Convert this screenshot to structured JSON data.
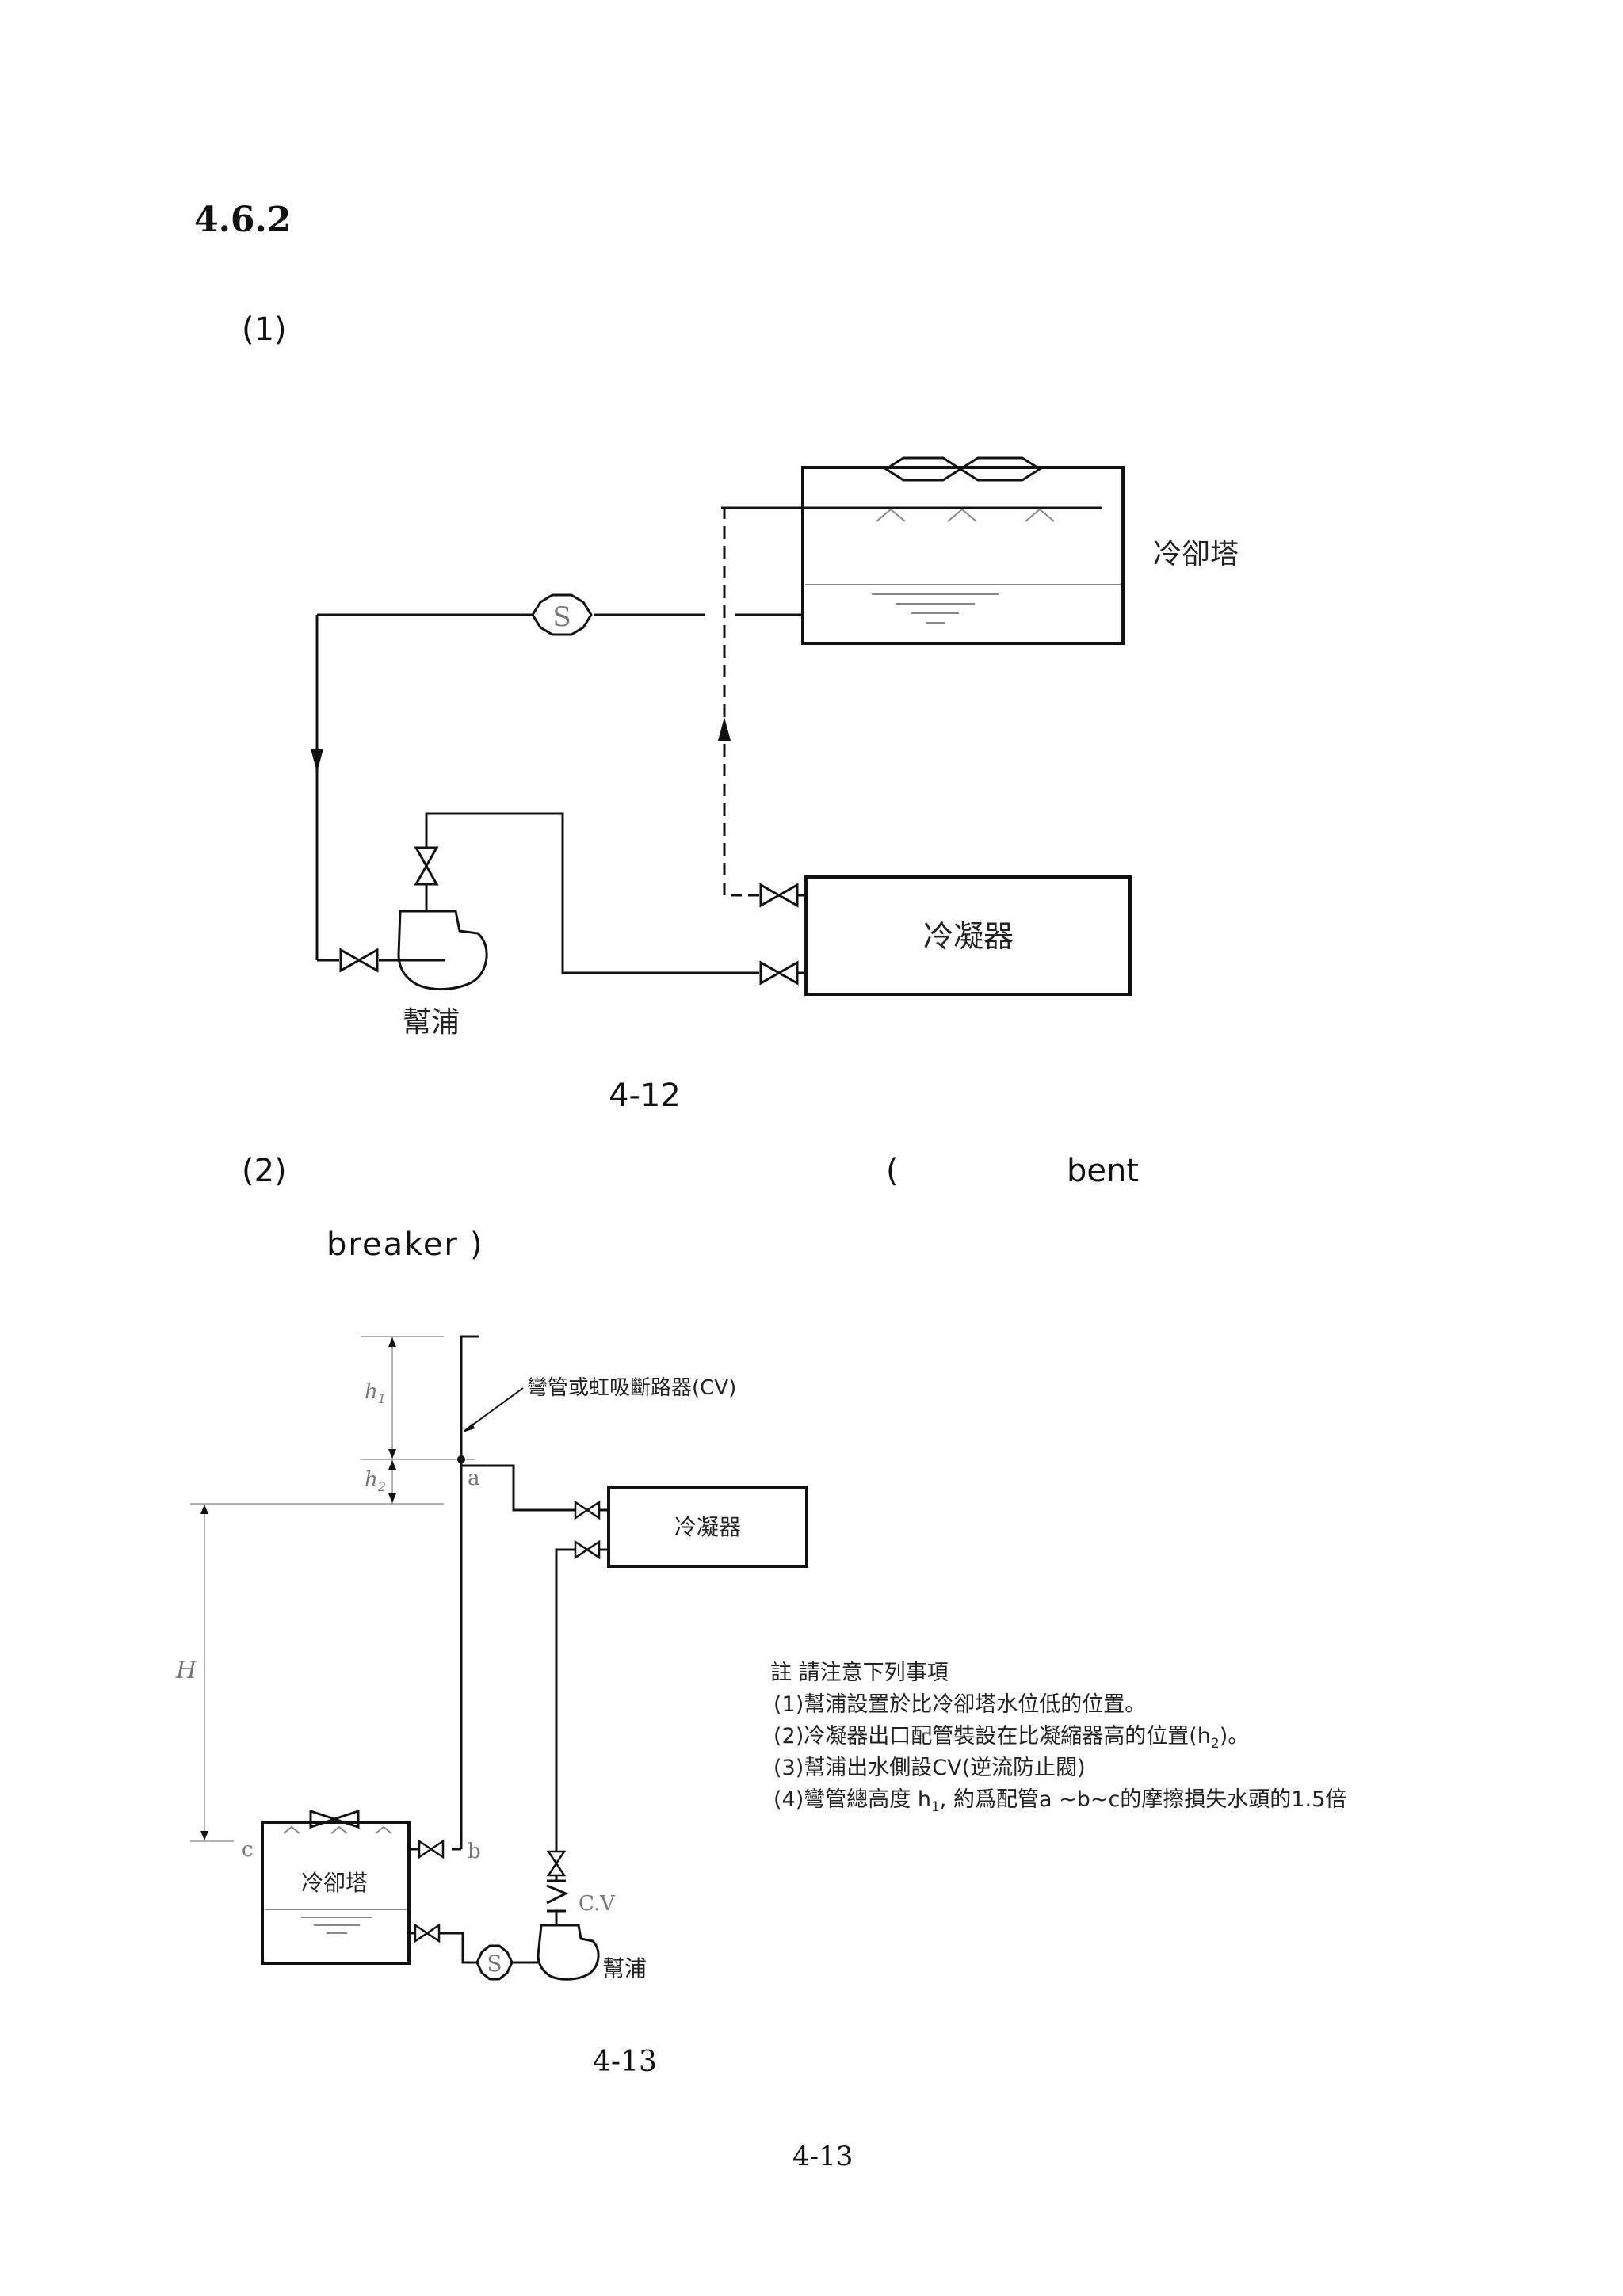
{
  "document": {
    "section_number": "4.6.2",
    "items": [
      {
        "marker": "(1)"
      },
      {
        "marker": "(2)",
        "paren_open": "(",
        "term_part1": "bent",
        "term_part2": "breaker",
        "paren_close": ")"
      }
    ],
    "footer_page": "4-13"
  },
  "figure_1": {
    "caption": "4-12",
    "labels": {
      "cooling_tower": "冷卻塔",
      "condenser": "冷凝器",
      "pump": "幫浦",
      "strainer": "S"
    }
  },
  "figure_2": {
    "caption": "4-13",
    "labels": {
      "h1": "h",
      "h1_sub": "1",
      "h2": "h",
      "h2_sub": "2",
      "H": "H",
      "a": "a",
      "b": "b",
      "c": "c",
      "bend_annotation": "彎管或虹吸斷路器(CV)",
      "condenser": "冷凝器",
      "cooling_tower": "冷卻塔",
      "pump": "幫浦",
      "check_valve": "C.V",
      "strainer": "S"
    },
    "notes": {
      "heading": "註 請注意下列事項",
      "lines": [
        "(1)幫浦設置於比冷卻塔水位低的位置。",
        "(2)冷凝器出口配管裝設在比凝縮器高的位置(h",
        "(3)幫浦出水側設CV(逆流防止閥)",
        "(4)彎管總高度 h"
      ],
      "line2_sub": "2",
      "line2_end": ")。",
      "line4_sub": "1",
      "line4_end": ", 約爲配管a ~b~c的摩擦損失水頭的1.5倍"
    }
  }
}
